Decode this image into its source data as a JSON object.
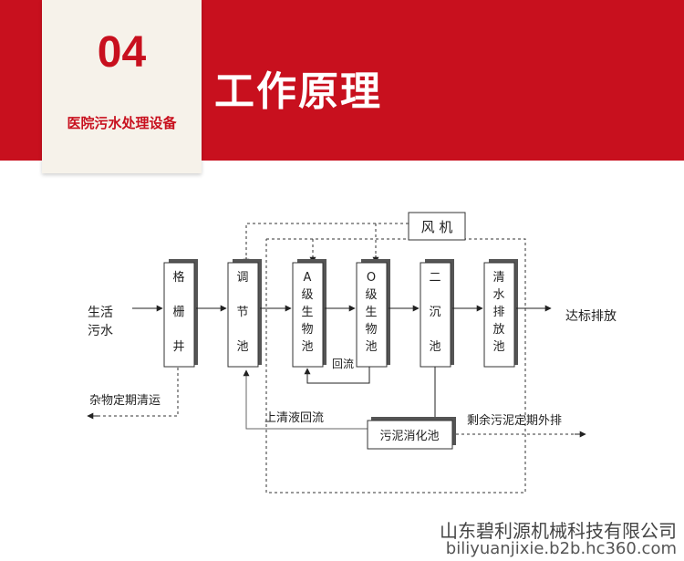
{
  "header": {
    "number": "04",
    "subtitle": "医院污水处理设备",
    "title": "工作原理"
  },
  "diagram": {
    "input_label_line1": "生活",
    "input_label_line2": "污水",
    "output_label": "达标排放",
    "fan_label": "风 机",
    "boxes": [
      {
        "id": "grate-well",
        "chars": [
          "格",
          "栅",
          "井"
        ]
      },
      {
        "id": "regulating-tank",
        "chars": [
          "调",
          "节",
          "池"
        ]
      },
      {
        "id": "a-bio-tank",
        "chars": [
          "A",
          "级",
          "生",
          "物",
          "池"
        ]
      },
      {
        "id": "o-bio-tank",
        "chars": [
          "O",
          "级",
          "生",
          "物",
          "池"
        ]
      },
      {
        "id": "secondary-settling",
        "chars": [
          "二",
          "沉",
          "池"
        ]
      },
      {
        "id": "clear-water-discharge",
        "chars": [
          "清",
          "水",
          "排",
          "放",
          "池"
        ]
      }
    ],
    "backflow_label": "回流",
    "debris_label": "杂物定期清运",
    "supernatant_label": "上清液回流",
    "sludge_box_label": "污泥消化池",
    "sludge_out_label": "剩余污泥定期外排"
  },
  "watermark": {
    "company": "山东碧利源机械科技有限公司",
    "url": "biliyuanjixie.b2b.hc360.com"
  }
}
